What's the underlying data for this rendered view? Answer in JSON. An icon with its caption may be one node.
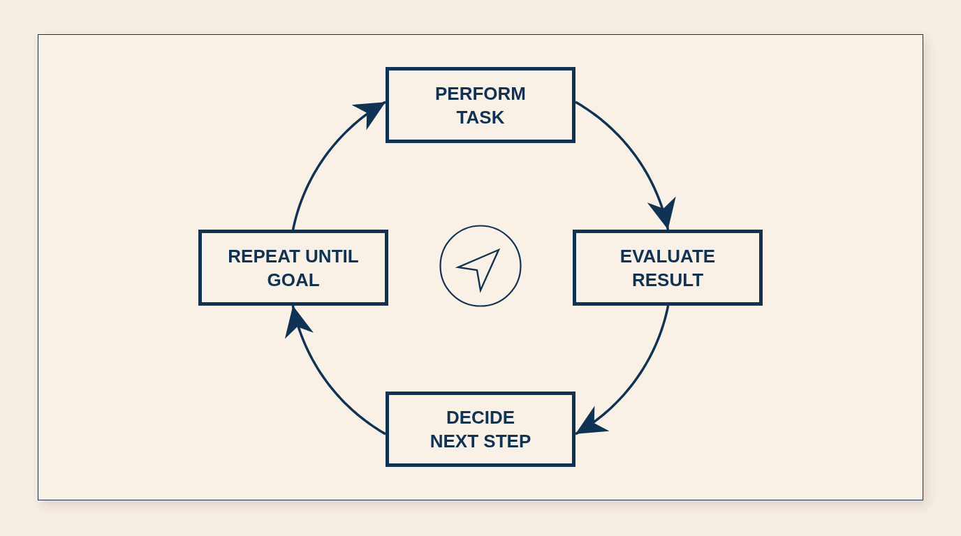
{
  "diagram": {
    "nodes": [
      {
        "text": [
          "PERFORM TASK"
        ]
      },
      {
        "text": [
          "EVALUATE RESULT"
        ]
      },
      {
        "text": [
          "DECIDE NEXT STEP"
        ]
      },
      {
        "text": [
          "REPEAT UNTIL GOAL"
        ]
      }
    ],
    "edges": [
      {
        "from": 0,
        "to": 1,
        "arrow": "to"
      },
      {
        "from": 1,
        "to": 2,
        "arrow": "to"
      },
      {
        "from": 2,
        "to": 3,
        "arrow": "to"
      },
      {
        "from": 3,
        "to": 0,
        "arrow": "to"
      }
    ]
  }
}
